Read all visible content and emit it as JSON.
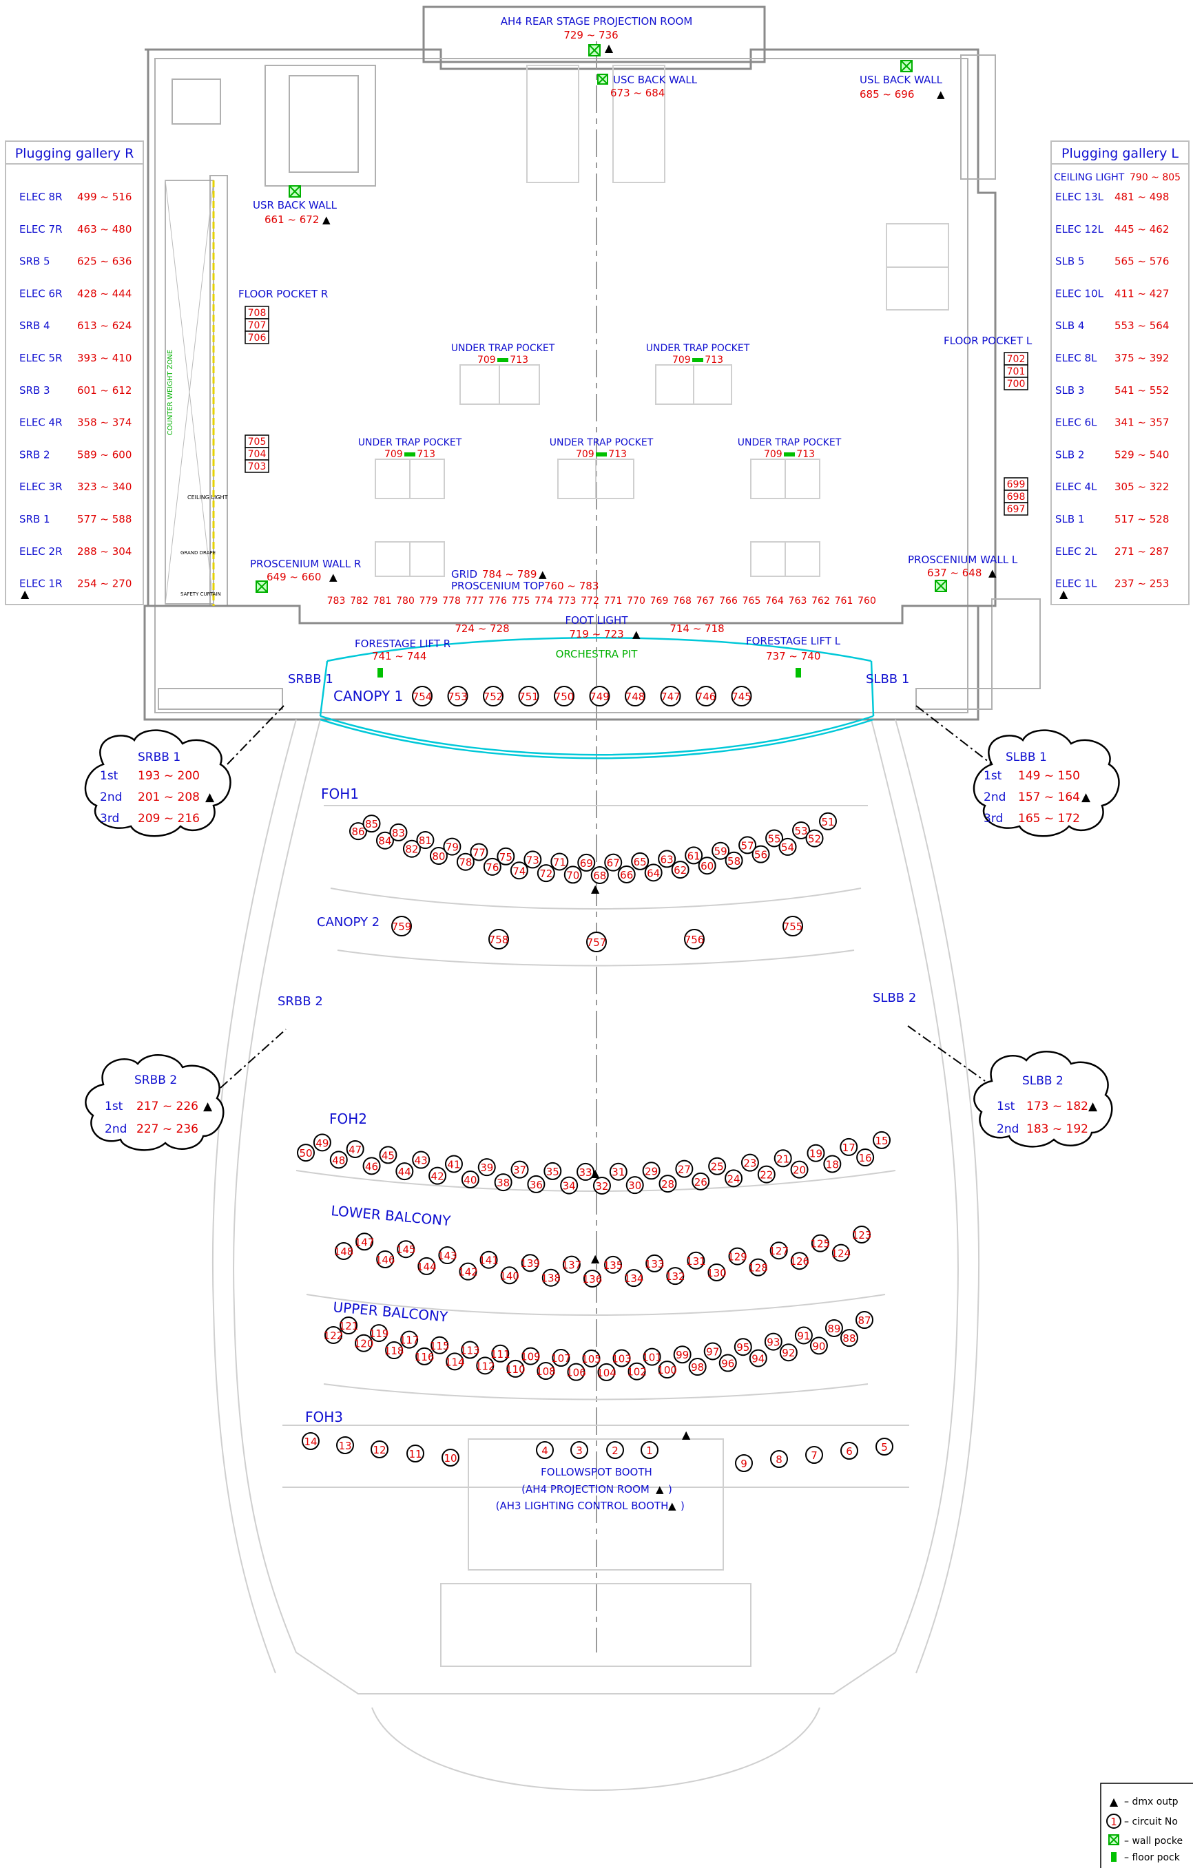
{
  "rear_room": {
    "title": "AH4 REAR STAGE PROJECTION ROOM",
    "range": "729 ~ 736"
  },
  "usc": {
    "title": "USC BACK WALL",
    "range": "673 ~ 684"
  },
  "usl": {
    "title": "USL BACK WALL",
    "range": "685 ~ 696"
  },
  "usr": {
    "title": "USR BACK WALL",
    "range": "661 ~ 672"
  },
  "floor_pocket_r": {
    "title": "FLOOR POCKET R",
    "boxes": [
      "708",
      "707",
      "706",
      "705",
      "704",
      "703"
    ]
  },
  "floor_pocket_l": {
    "title": "FLOOR POCKET L",
    "boxes": [
      "702",
      "701",
      "700",
      "699",
      "698",
      "697"
    ]
  },
  "under_trap": {
    "title": "UNDER TRAP POCKET",
    "range": "709 ~ 713"
  },
  "proscenium_r": {
    "title": "PROSCENIUM WALL R",
    "range": "649 ~ 660"
  },
  "proscenium_l": {
    "title": "PROSCENIUM WALL L",
    "range": "637 ~ 648"
  },
  "grid": {
    "label": "GRID",
    "range": "784 ~ 789"
  },
  "proscenium_top": {
    "label": "PROSCENIUM TOP",
    "range": "760 ~ 783"
  },
  "prosc_numbers": [
    "783",
    "782",
    "781",
    "780",
    "779",
    "778",
    "777",
    "776",
    "775",
    "774",
    "773",
    "772",
    "771",
    "770",
    "769",
    "768",
    "767",
    "766",
    "765",
    "764",
    "763",
    "762",
    "761",
    "760"
  ],
  "foot_light": {
    "title": "FOOT LIGHT",
    "range": "719 ~ 723",
    "left_range": "724 ~ 728",
    "right_range": "714 ~ 718"
  },
  "forestage_r": {
    "title": "FORESTAGE LIFT R",
    "range": "741 ~ 744"
  },
  "forestage_l": {
    "title": "FORESTAGE LIFT L",
    "range": "737 ~ 740"
  },
  "orchestra_pit": "ORCHESTRA PIT",
  "srbb1": "SRBB 1",
  "slbb1": "SLBB 1",
  "canopy1": {
    "title": "CANOPY 1",
    "circuits": [
      "754",
      "753",
      "752",
      "751",
      "750",
      "749",
      "748",
      "747",
      "746",
      "745"
    ]
  },
  "canopy2": {
    "title": "CANOPY 2",
    "circuits": [
      "759",
      "758",
      "757",
      "756",
      "755"
    ]
  },
  "foh1": "FOH1",
  "srbb2": "SRBB 2",
  "slbb2": "SLBB 2",
  "foh2": "FOH2",
  "lower_balcony": "LOWER BALCONY",
  "upper_balcony": "UPPER BALCONY",
  "foh3": "FOH3",
  "followspot": {
    "title": "FOLLOWSPOT BOOTH",
    "line2": "(AH4 PROJECTION ROOM",
    "line3": "(AH3 LIGHTING CONTROL BOOTH"
  },
  "srbb1_cloud": {
    "title": "SRBB 1",
    "rows": [
      {
        "tier": "1st",
        "range": "193 ~ 200"
      },
      {
        "tier": "2nd",
        "range": "201 ~ 208"
      },
      {
        "tier": "3rd",
        "range": "209 ~ 216"
      }
    ]
  },
  "slbb1_cloud": {
    "title": "SLBB 1",
    "rows": [
      {
        "tier": "1st",
        "range": "149 ~ 150"
      },
      {
        "tier": "2nd",
        "range": "157 ~ 164"
      },
      {
        "tier": "3rd",
        "range": "165 ~ 172"
      }
    ]
  },
  "srbb2_cloud": {
    "title": "SRBB 2",
    "rows": [
      {
        "tier": "1st",
        "range": "217 ~ 226"
      },
      {
        "tier": "2nd",
        "range": "227 ~ 236"
      }
    ]
  },
  "slbb2_cloud": {
    "title": "SLBB 2",
    "rows": [
      {
        "tier": "1st",
        "range": "173 ~ 182"
      },
      {
        "tier": "2nd",
        "range": "183 ~ 192"
      }
    ]
  },
  "gallery_r": {
    "title": "Plugging gallery R",
    "rows": [
      {
        "name": "ELEC 8R",
        "range": "499 ~ 516"
      },
      {
        "name": "ELEC 7R",
        "range": "463 ~ 480"
      },
      {
        "name": "SRB 5",
        "range": "625 ~ 636"
      },
      {
        "name": "ELEC 6R",
        "range": "428 ~ 444"
      },
      {
        "name": "SRB 4",
        "range": "613 ~ 624"
      },
      {
        "name": "ELEC 5R",
        "range": "393 ~ 410"
      },
      {
        "name": "SRB 3",
        "range": "601 ~ 612"
      },
      {
        "name": "ELEC 4R",
        "range": "358 ~ 374"
      },
      {
        "name": "SRB 2",
        "range": "589 ~ 600"
      },
      {
        "name": "ELEC 3R",
        "range": "323 ~ 340"
      },
      {
        "name": "SRB 1",
        "range": "577 ~ 588"
      },
      {
        "name": "ELEC 2R",
        "range": "288 ~ 304"
      },
      {
        "name": "ELEC 1R",
        "range": "254 ~ 270"
      }
    ]
  },
  "gallery_l": {
    "title": "Plugging gallery L",
    "ceiling": {
      "name": "CEILING LIGHT",
      "range": "790 ~ 805"
    },
    "rows": [
      {
        "name": "ELEC 13L",
        "range": "481 ~ 498"
      },
      {
        "name": "ELEC 12L",
        "range": "445 ~ 462"
      },
      {
        "name": "SLB 5",
        "range": "565 ~ 576"
      },
      {
        "name": "ELEC 10L",
        "range": "411 ~ 427"
      },
      {
        "name": "SLB 4",
        "range": "553 ~ 564"
      },
      {
        "name": "ELEC 8L",
        "range": "375 ~ 392"
      },
      {
        "name": "SLB 3",
        "range": "541 ~ 552"
      },
      {
        "name": "ELEC 6L",
        "range": "341 ~ 357"
      },
      {
        "name": "SLB 2",
        "range": "529 ~ 540"
      },
      {
        "name": "ELEC 4L",
        "range": "305 ~ 322"
      },
      {
        "name": "SLB 1",
        "range": "517 ~ 528"
      },
      {
        "name": "ELEC 2L",
        "range": "271 ~ 287"
      },
      {
        "name": "ELEC 1L",
        "range": "237 ~ 253"
      }
    ]
  },
  "side_labels": [
    "COUNTER WEIGHT ZONE",
    "CEILING LIGHT",
    "GRAND DRAPE",
    "SAFETY CURTAIN"
  ],
  "foh1_circuits": [
    "86",
    "85",
    "84",
    "83",
    "82",
    "81",
    "80",
    "79",
    "78",
    "77",
    "76",
    "75",
    "74",
    "73",
    "72",
    "71",
    "70",
    "69",
    "68",
    "67",
    "66",
    "65",
    "64",
    "63",
    "62",
    "61",
    "60",
    "59",
    "58",
    "57",
    "56",
    "55",
    "54",
    "53",
    "52",
    "51"
  ],
  "foh2_circuits": [
    "50",
    "49",
    "48",
    "47",
    "46",
    "45",
    "44",
    "43",
    "42",
    "41",
    "40",
    "39",
    "38",
    "37",
    "36",
    "35",
    "34",
    "33",
    "32",
    "31",
    "30",
    "29",
    "28",
    "27",
    "26",
    "25",
    "24",
    "23",
    "22",
    "21",
    "20",
    "19",
    "18",
    "17",
    "16",
    "15"
  ],
  "lower_circuits": [
    "148",
    "147",
    "146",
    "145",
    "144",
    "143",
    "142",
    "141",
    "140",
    "139",
    "138",
    "137",
    "136",
    "135",
    "134",
    "133",
    "132",
    "131",
    "130",
    "129",
    "128",
    "127",
    "126",
    "125",
    "124",
    "123"
  ],
  "upper_circuits": [
    "122",
    "121",
    "120",
    "119",
    "118",
    "117",
    "116",
    "115",
    "114",
    "113",
    "112",
    "111",
    "110",
    "109",
    "108",
    "107",
    "106",
    "105",
    "104",
    "103",
    "102",
    "101",
    "100",
    "99",
    "98",
    "97",
    "96",
    "95",
    "94",
    "93",
    "92",
    "91",
    "90",
    "89",
    "88",
    "87"
  ],
  "foh3_left": [
    "14",
    "13",
    "12",
    "11",
    "10"
  ],
  "foh3_center": [
    "4",
    "3",
    "2",
    "1"
  ],
  "foh3_right": [
    "9",
    "8",
    "7",
    "6",
    "5"
  ],
  "legend": [
    {
      "symbol": "▲",
      "text": "– dmx outp"
    },
    {
      "symbol": "1",
      "text": "– circuit No"
    },
    {
      "symbol": "wall",
      "text": "– wall pocke"
    },
    {
      "symbol": "floor",
      "text": "– floor pock"
    }
  ]
}
